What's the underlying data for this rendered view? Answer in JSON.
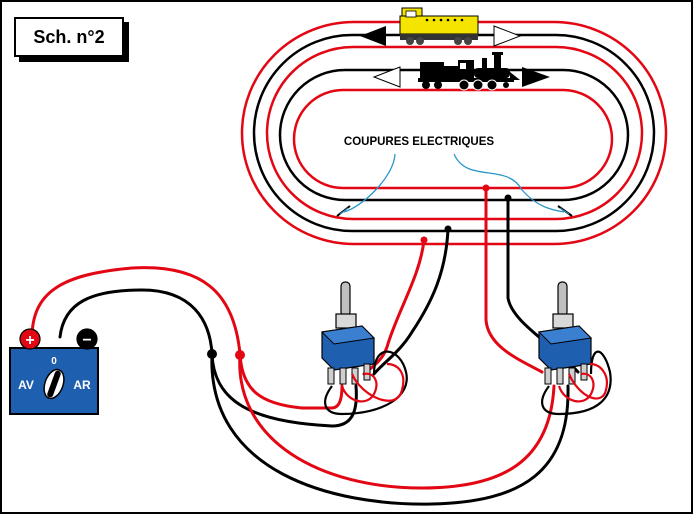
{
  "title": "Sch. n°2",
  "cut_label": "COUPURES ELECTRIQUES",
  "power_unit": {
    "plus_sign": "+",
    "minus_sign": "−",
    "zero_label": "0",
    "left_label": "AV",
    "right_label": "AR"
  },
  "colors": {
    "rail_positive": "#e30613",
    "rail_negative": "#000000",
    "power_unit_fill": "#1f5fb0",
    "switch_fill": "#1f5fb0",
    "plus_badge": "#e30613",
    "loco_yellow": "#f5e400",
    "cut_lead": "#2b96c9"
  },
  "icons": [
    "diesel-locomotive-icon",
    "steam-locomotive-icon",
    "toggle-switch-icon",
    "direction-arrow-icon"
  ]
}
